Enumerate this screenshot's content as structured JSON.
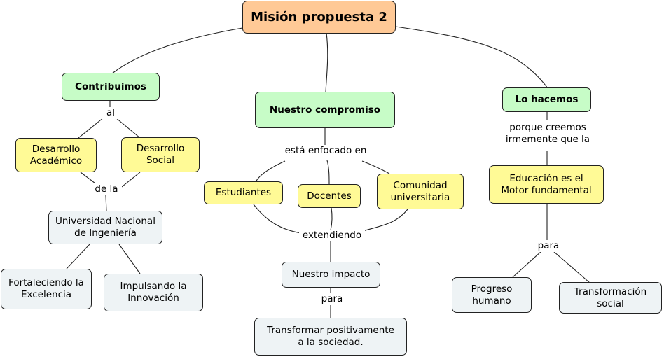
{
  "title": "Misión propuesta 2",
  "nodes": {
    "root": "Misión propuesta 2",
    "contribuimos": "Contribuimos",
    "compromiso": "Nuestro compromiso",
    "hacemos": "Lo hacemos",
    "des_academico": "Desarrollo\nAcadémico",
    "des_social": "Desarrollo\nSocial",
    "uni": "Universidad Nacional\nde Ingeniería",
    "fortaleciendo": "Fortaleciendo la\nExcelencia",
    "impulsando": "Impulsando la\nInnovación",
    "estudiantes": "Estudiantes",
    "docentes": "Docentes",
    "comunidad": "Comunidad\nuniversitaria",
    "impacto": "Nuestro impacto",
    "transformar": "Transformar positivamente\na la sociedad.",
    "educacion": "Educación es el\nMotor fundamental",
    "progreso": "Progreso\nhumano",
    "transformacion": "Transformación\nsocial"
  },
  "linking_phrases": {
    "al": "al",
    "de_la": "de la",
    "enfocado": "está enfocado en",
    "extendiendo": "extendiendo",
    "para_center": "para",
    "porque": "porque creemos\nirmemente que la",
    "para_right": "para"
  },
  "colors": {
    "root": "#ffc996",
    "level1": "#c7fcc7",
    "concept": "#fffa96",
    "leaf": "#eef3f5"
  }
}
